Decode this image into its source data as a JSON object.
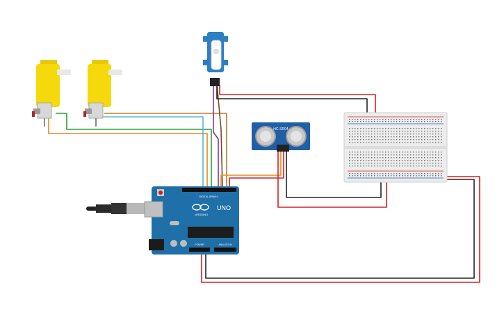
{
  "arduino": {
    "brand": "ARDUINO",
    "model": "UNO",
    "digital_label": "DIGITAL (PWM~)",
    "power_label": "POWER",
    "analog_label": "ANALOG IN",
    "color": "#1f6fa8"
  },
  "sensor": {
    "label": "HC-SR04",
    "color": "#1f5fa6"
  },
  "wire_colors": {
    "red": "#d42020",
    "black": "#222222",
    "orange": "#e08a1e",
    "green": "#2e9e3a",
    "blue": "#58b7d6",
    "purple": "#7c3a9a",
    "brown": "#7a4a2a"
  },
  "motor_color": "#f5d90a",
  "servo_color": "#2b7fc2"
}
